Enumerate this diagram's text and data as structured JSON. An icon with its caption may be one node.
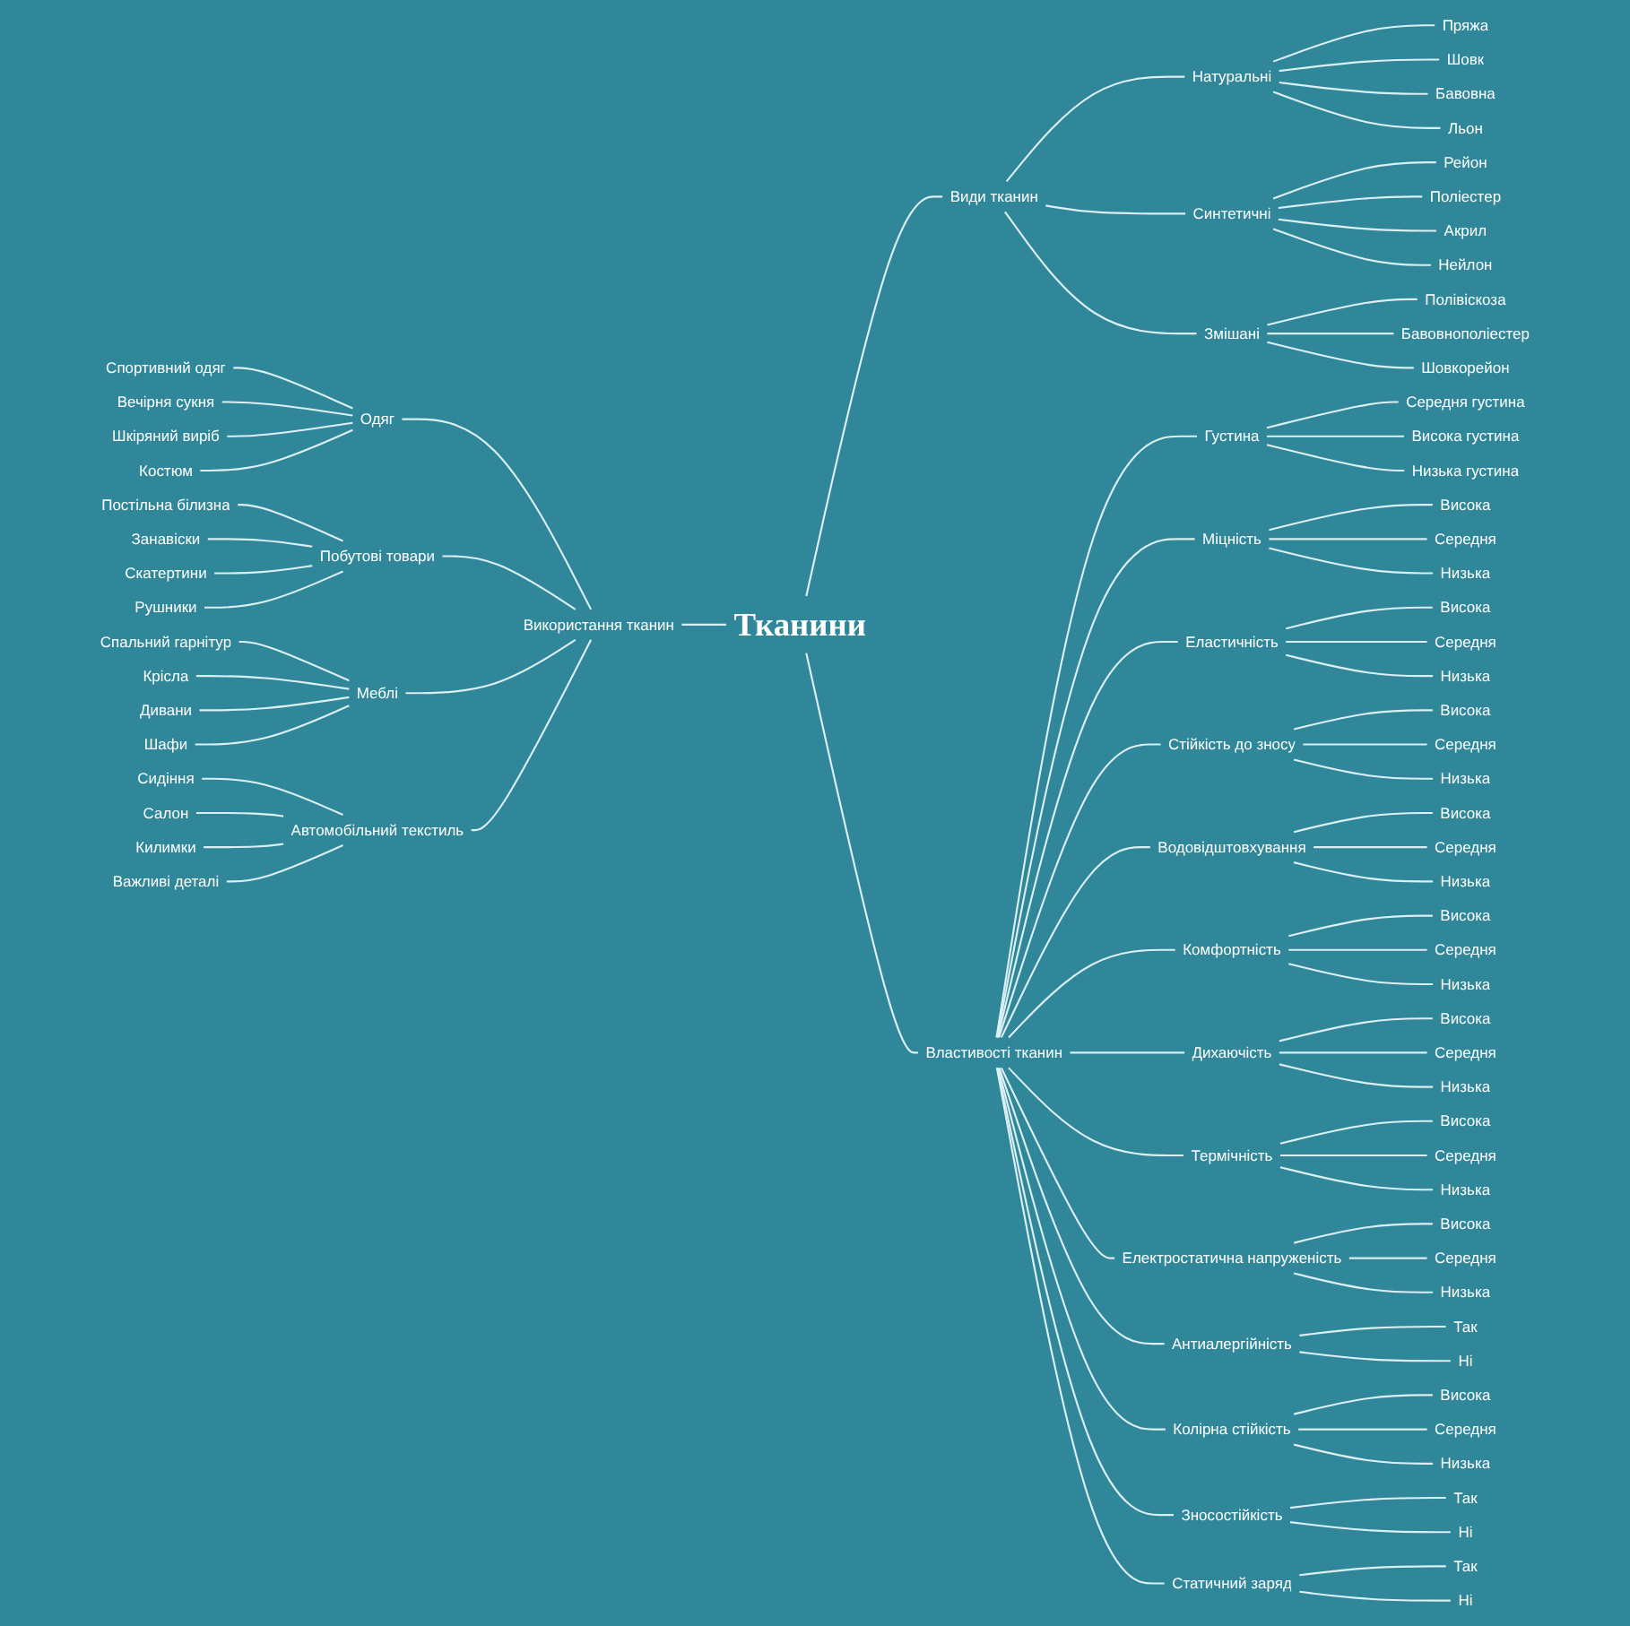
{
  "diagram": {
    "nodes": [
      {
        "text": [
          "Тканини"
        ]
      },
      {
        "text": [
          "Види тканин"
        ]
      },
      {
        "text": [
          "Натуральні"
        ]
      },
      {
        "text": [
          "Пряжа"
        ]
      },
      {
        "text": [
          "Шовк"
        ]
      },
      {
        "text": [
          "Бавовна"
        ]
      },
      {
        "text": [
          "Льон"
        ]
      },
      {
        "text": [
          "Синтетичні"
        ]
      },
      {
        "text": [
          "Рейон"
        ]
      },
      {
        "text": [
          "Поліестер"
        ]
      },
      {
        "text": [
          "Акрил"
        ]
      },
      {
        "text": [
          "Нейлон"
        ]
      },
      {
        "text": [
          "Змішані"
        ]
      },
      {
        "text": [
          "Полівіскоза"
        ]
      },
      {
        "text": [
          "Бавовнополіестер"
        ]
      },
      {
        "text": [
          "Шовкорейон"
        ]
      },
      {
        "text": [
          "Властивості тканин"
        ]
      },
      {
        "text": [
          "Густина"
        ]
      },
      {
        "text": [
          "Середня густина"
        ]
      },
      {
        "text": [
          "Висока густина"
        ]
      },
      {
        "text": [
          "Низька густина"
        ]
      },
      {
        "text": [
          "Міцність"
        ]
      },
      {
        "text": [
          "Висока"
        ]
      },
      {
        "text": [
          "Середня"
        ]
      },
      {
        "text": [
          "Низька"
        ]
      },
      {
        "text": [
          "Еластичність"
        ]
      },
      {
        "text": [
          "Висока"
        ]
      },
      {
        "text": [
          "Середня"
        ]
      },
      {
        "text": [
          "Низька"
        ]
      },
      {
        "text": [
          "Стійкість до зносу"
        ]
      },
      {
        "text": [
          "Висока"
        ]
      },
      {
        "text": [
          "Середня"
        ]
      },
      {
        "text": [
          "Низька"
        ]
      },
      {
        "text": [
          "Водовідштовхування"
        ]
      },
      {
        "text": [
          "Висока"
        ]
      },
      {
        "text": [
          "Середня"
        ]
      },
      {
        "text": [
          "Низька"
        ]
      },
      {
        "text": [
          "Комфортність"
        ]
      },
      {
        "text": [
          "Висока"
        ]
      },
      {
        "text": [
          "Середня"
        ]
      },
      {
        "text": [
          "Низька"
        ]
      },
      {
        "text": [
          "Дихаючість"
        ]
      },
      {
        "text": [
          "Висока"
        ]
      },
      {
        "text": [
          "Середня"
        ]
      },
      {
        "text": [
          "Низька"
        ]
      },
      {
        "text": [
          "Термічність"
        ]
      },
      {
        "text": [
          "Висока"
        ]
      },
      {
        "text": [
          "Середня"
        ]
      },
      {
        "text": [
          "Низька"
        ]
      },
      {
        "text": [
          "Електростатична напруженість"
        ]
      },
      {
        "text": [
          "Висока"
        ]
      },
      {
        "text": [
          "Середня"
        ]
      },
      {
        "text": [
          "Низька"
        ]
      },
      {
        "text": [
          "Антиалергійність"
        ]
      },
      {
        "text": [
          "Так"
        ]
      },
      {
        "text": [
          "Ні"
        ]
      },
      {
        "text": [
          "Колірна стійкість"
        ]
      },
      {
        "text": [
          "Висока"
        ]
      },
      {
        "text": [
          "Середня"
        ]
      },
      {
        "text": [
          "Низька"
        ]
      },
      {
        "text": [
          "Зносостійкість"
        ]
      },
      {
        "text": [
          "Так"
        ]
      },
      {
        "text": [
          "Ні"
        ]
      },
      {
        "text": [
          "Статичний заряд"
        ]
      },
      {
        "text": [
          "Так"
        ]
      },
      {
        "text": [
          "Ні"
        ]
      },
      {
        "text": [
          "Використання тканин"
        ]
      },
      {
        "text": [
          "Одяг"
        ]
      },
      {
        "text": [
          "Спортивний одяг"
        ]
      },
      {
        "text": [
          "Вечірня сукня"
        ]
      },
      {
        "text": [
          "Шкіряний виріб"
        ]
      },
      {
        "text": [
          "Костюм"
        ]
      },
      {
        "text": [
          "Побутові товари"
        ]
      },
      {
        "text": [
          "Постільна білизна"
        ]
      },
      {
        "text": [
          "Занавіски"
        ]
      },
      {
        "text": [
          "Скатертини"
        ]
      },
      {
        "text": [
          "Рушники"
        ]
      },
      {
        "text": [
          "Меблі"
        ]
      },
      {
        "text": [
          "Спальний гарнітур"
        ]
      },
      {
        "text": [
          "Крісла"
        ]
      },
      {
        "text": [
          "Дивани"
        ]
      },
      {
        "text": [
          "Шафи"
        ]
      },
      {
        "text": [
          "Автомобільний текстиль"
        ]
      },
      {
        "text": [
          "Сидіння"
        ]
      },
      {
        "text": [
          "Салон"
        ]
      },
      {
        "text": [
          "Килимки"
        ]
      },
      {
        "text": [
          "Важливі деталі"
        ]
      }
    ],
    "edges": [
      {
        "from": 0,
        "to": 1,
        "arrow": "none"
      },
      {
        "from": 1,
        "to": 2,
        "arrow": "none"
      },
      {
        "from": 2,
        "to": 3,
        "arrow": "none"
      },
      {
        "from": 2,
        "to": 4,
        "arrow": "none"
      },
      {
        "from": 2,
        "to": 5,
        "arrow": "none"
      },
      {
        "from": 2,
        "to": 6,
        "arrow": "none"
      },
      {
        "from": 1,
        "to": 7,
        "arrow": "none"
      },
      {
        "from": 7,
        "to": 8,
        "arrow": "none"
      },
      {
        "from": 7,
        "to": 9,
        "arrow": "none"
      },
      {
        "from": 7,
        "to": 10,
        "arrow": "none"
      },
      {
        "from": 7,
        "to": 11,
        "arrow": "none"
      },
      {
        "from": 1,
        "to": 12,
        "arrow": "none"
      },
      {
        "from": 12,
        "to": 13,
        "arrow": "none"
      },
      {
        "from": 12,
        "to": 14,
        "arrow": "none"
      },
      {
        "from": 12,
        "to": 15,
        "arrow": "none"
      },
      {
        "from": 0,
        "to": 16,
        "arrow": "none"
      },
      {
        "from": 16,
        "to": 17,
        "arrow": "none"
      },
      {
        "from": 17,
        "to": 18,
        "arrow": "none"
      },
      {
        "from": 17,
        "to": 19,
        "arrow": "none"
      },
      {
        "from": 17,
        "to": 20,
        "arrow": "none"
      },
      {
        "from": 16,
        "to": 21,
        "arrow": "none"
      },
      {
        "from": 21,
        "to": 22,
        "arrow": "none"
      },
      {
        "from": 21,
        "to": 23,
        "arrow": "none"
      },
      {
        "from": 21,
        "to": 24,
        "arrow": "none"
      },
      {
        "from": 16,
        "to": 25,
        "arrow": "none"
      },
      {
        "from": 25,
        "to": 26,
        "arrow": "none"
      },
      {
        "from": 25,
        "to": 27,
        "arrow": "none"
      },
      {
        "from": 25,
        "to": 28,
        "arrow": "none"
      },
      {
        "from": 16,
        "to": 29,
        "arrow": "none"
      },
      {
        "from": 29,
        "to": 30,
        "arrow": "none"
      },
      {
        "from": 29,
        "to": 31,
        "arrow": "none"
      },
      {
        "from": 29,
        "to": 32,
        "arrow": "none"
      },
      {
        "from": 16,
        "to": 33,
        "arrow": "none"
      },
      {
        "from": 33,
        "to": 34,
        "arrow": "none"
      },
      {
        "from": 33,
        "to": 35,
        "arrow": "none"
      },
      {
        "from": 33,
        "to": 36,
        "arrow": "none"
      },
      {
        "from": 16,
        "to": 37,
        "arrow": "none"
      },
      {
        "from": 37,
        "to": 38,
        "arrow": "none"
      },
      {
        "from": 37,
        "to": 39,
        "arrow": "none"
      },
      {
        "from": 37,
        "to": 40,
        "arrow": "none"
      },
      {
        "from": 16,
        "to": 41,
        "arrow": "none"
      },
      {
        "from": 41,
        "to": 42,
        "arrow": "none"
      },
      {
        "from": 41,
        "to": 43,
        "arrow": "none"
      },
      {
        "from": 41,
        "to": 44,
        "arrow": "none"
      },
      {
        "from": 16,
        "to": 45,
        "arrow": "none"
      },
      {
        "from": 45,
        "to": 46,
        "arrow": "none"
      },
      {
        "from": 45,
        "to": 47,
        "arrow": "none"
      },
      {
        "from": 45,
        "to": 48,
        "arrow": "none"
      },
      {
        "from": 16,
        "to": 49,
        "arrow": "none"
      },
      {
        "from": 49,
        "to": 50,
        "arrow": "none"
      },
      {
        "from": 49,
        "to": 51,
        "arrow": "none"
      },
      {
        "from": 49,
        "to": 52,
        "arrow": "none"
      },
      {
        "from": 16,
        "to": 53,
        "arrow": "none"
      },
      {
        "from": 53,
        "to": 54,
        "arrow": "none"
      },
      {
        "from": 53,
        "to": 55,
        "arrow": "none"
      },
      {
        "from": 16,
        "to": 56,
        "arrow": "none"
      },
      {
        "from": 56,
        "to": 57,
        "arrow": "none"
      },
      {
        "from": 56,
        "to": 58,
        "arrow": "none"
      },
      {
        "from": 56,
        "to": 59,
        "arrow": "none"
      },
      {
        "from": 16,
        "to": 60,
        "arrow": "none"
      },
      {
        "from": 60,
        "to": 61,
        "arrow": "none"
      },
      {
        "from": 60,
        "to": 62,
        "arrow": "none"
      },
      {
        "from": 16,
        "to": 63,
        "arrow": "none"
      },
      {
        "from": 63,
        "to": 64,
        "arrow": "none"
      },
      {
        "from": 63,
        "to": 65,
        "arrow": "none"
      },
      {
        "from": 0,
        "to": 66,
        "arrow": "none"
      },
      {
        "from": 66,
        "to": 67,
        "arrow": "none"
      },
      {
        "from": 67,
        "to": 68,
        "arrow": "none"
      },
      {
        "from": 67,
        "to": 69,
        "arrow": "none"
      },
      {
        "from": 67,
        "to": 70,
        "arrow": "none"
      },
      {
        "from": 67,
        "to": 71,
        "arrow": "none"
      },
      {
        "from": 66,
        "to": 72,
        "arrow": "none"
      },
      {
        "from": 72,
        "to": 73,
        "arrow": "none"
      },
      {
        "from": 72,
        "to": 74,
        "arrow": "none"
      },
      {
        "from": 72,
        "to": 75,
        "arrow": "none"
      },
      {
        "from": 72,
        "to": 76,
        "arrow": "none"
      },
      {
        "from": 66,
        "to": 77,
        "arrow": "none"
      },
      {
        "from": 77,
        "to": 78,
        "arrow": "none"
      },
      {
        "from": 77,
        "to": 79,
        "arrow": "none"
      },
      {
        "from": 77,
        "to": 80,
        "arrow": "none"
      },
      {
        "from": 77,
        "to": 81,
        "arrow": "none"
      },
      {
        "from": 66,
        "to": 82,
        "arrow": "none"
      },
      {
        "from": 82,
        "to": 83,
        "arrow": "none"
      },
      {
        "from": 82,
        "to": 84,
        "arrow": "none"
      },
      {
        "from": 82,
        "to": 85,
        "arrow": "none"
      },
      {
        "from": 82,
        "to": 86,
        "arrow": "none"
      }
    ]
  }
}
